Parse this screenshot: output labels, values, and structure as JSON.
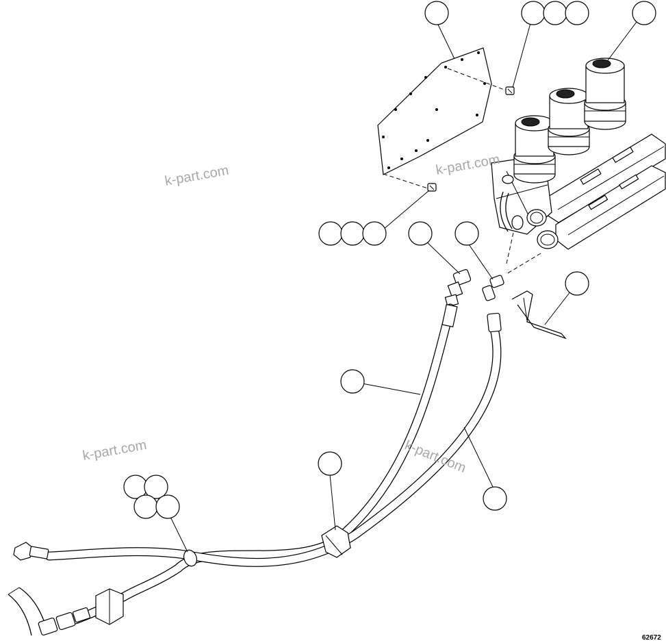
{
  "watermark": "k-part.com",
  "figure_number": "62672",
  "icons": [
    "callout-bubble",
    "filter-housing",
    "cover-plate",
    "hose-assembly",
    "bolt",
    "elbow-fitting",
    "bracket",
    "clamp"
  ]
}
